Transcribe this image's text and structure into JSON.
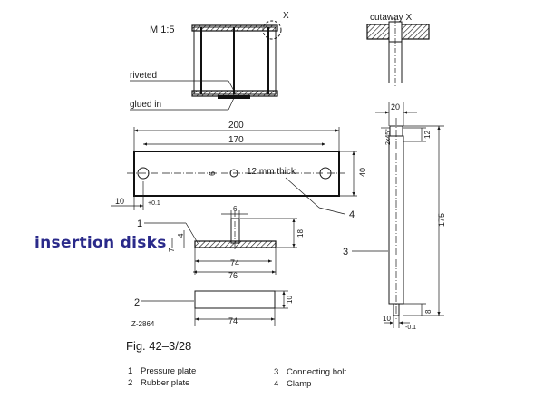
{
  "drawing": {
    "scale": "M 1:5",
    "detail_marker": "X",
    "cutaway_label": "cutaway X",
    "note_riveted": "riveted",
    "note_glued": "glued in",
    "clamp": {
      "length": "200",
      "hole_spacing": "170",
      "hole_dia": "6",
      "thickness_note": "12 mm thick",
      "height": "40",
      "edge": "10",
      "tol": "+0.1",
      "part_number": "4"
    },
    "pressure_plate": {
      "pin_dia": "6",
      "pin_height": "18",
      "plate_thickness_a": "4",
      "plate_thickness_b": "7",
      "dia_inner": "74",
      "dia_outer": "76",
      "part_number": "1"
    },
    "rubber_plate": {
      "thickness": "10",
      "dia": "74",
      "part_number": "2",
      "drawing_code": "Z-2864"
    },
    "bolt": {
      "dia": "20",
      "chamfer": "2x45°",
      "head_len": "12",
      "length": "175",
      "end_len": "8",
      "tip_dia": "10",
      "tip_tol": "-0.1",
      "part_number": "3"
    },
    "superscript_dia": "φ"
  },
  "callout": "insertion disks",
  "caption": "Fig. 42–3/28",
  "legend": [
    {
      "num": "1",
      "label": "Pressure plate"
    },
    {
      "num": "2",
      "label": "Rubber plate"
    },
    {
      "num": "3",
      "label": "Connecting bolt"
    },
    {
      "num": "4",
      "label": "Clamp"
    }
  ]
}
